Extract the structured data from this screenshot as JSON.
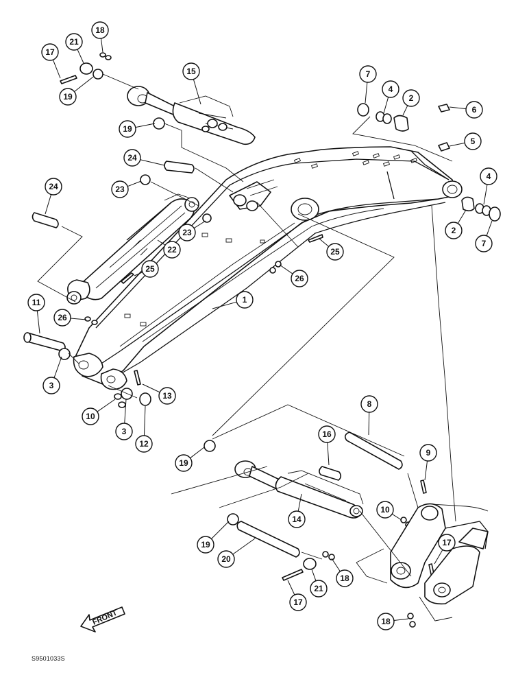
{
  "diagram": {
    "callouts": [
      {
        "id": "c-18-top",
        "label": "18"
      },
      {
        "id": "c-17-top",
        "label": "17"
      },
      {
        "id": "c-21-top",
        "label": "21"
      },
      {
        "id": "c-19-top",
        "label": "19"
      },
      {
        "id": "c-15",
        "label": "15"
      },
      {
        "id": "c-19-mid",
        "label": "19"
      },
      {
        "id": "c-7-top",
        "label": "7"
      },
      {
        "id": "c-4-top",
        "label": "4"
      },
      {
        "id": "c-2-top",
        "label": "2"
      },
      {
        "id": "c-6",
        "label": "6"
      },
      {
        "id": "c-5",
        "label": "5"
      },
      {
        "id": "c-24-mid",
        "label": "24"
      },
      {
        "id": "c-24-left",
        "label": "24"
      },
      {
        "id": "c-23-a",
        "label": "23"
      },
      {
        "id": "c-23-b",
        "label": "23"
      },
      {
        "id": "c-4-right",
        "label": "4"
      },
      {
        "id": "c-2-right",
        "label": "2"
      },
      {
        "id": "c-7-right",
        "label": "7"
      },
      {
        "id": "c-22",
        "label": "22"
      },
      {
        "id": "c-25-mid",
        "label": "25"
      },
      {
        "id": "c-25-left",
        "label": "25"
      },
      {
        "id": "c-26-right",
        "label": "26"
      },
      {
        "id": "c-1",
        "label": "1"
      },
      {
        "id": "c-11",
        "label": "11"
      },
      {
        "id": "c-26-left",
        "label": "26"
      },
      {
        "id": "c-3-left",
        "label": "3"
      },
      {
        "id": "c-13",
        "label": "13"
      },
      {
        "id": "c-10-left",
        "label": "10"
      },
      {
        "id": "c-3-bottom",
        "label": "3"
      },
      {
        "id": "c-12",
        "label": "12"
      },
      {
        "id": "c-8",
        "label": "8"
      },
      {
        "id": "c-16",
        "label": "16"
      },
      {
        "id": "c-9",
        "label": "9"
      },
      {
        "id": "c-19-lower",
        "label": "19"
      },
      {
        "id": "c-10-right",
        "label": "10"
      },
      {
        "id": "c-14",
        "label": "14"
      },
      {
        "id": "c-17-right",
        "label": "17"
      },
      {
        "id": "c-19-bottom",
        "label": "19"
      },
      {
        "id": "c-20",
        "label": "20"
      },
      {
        "id": "c-18-mid",
        "label": "18"
      },
      {
        "id": "c-21-bottom",
        "label": "21"
      },
      {
        "id": "c-17-bottom",
        "label": "17"
      },
      {
        "id": "c-18-bottom",
        "label": "18"
      }
    ],
    "front_label": "FRONT",
    "document_number": "S9501033S"
  }
}
